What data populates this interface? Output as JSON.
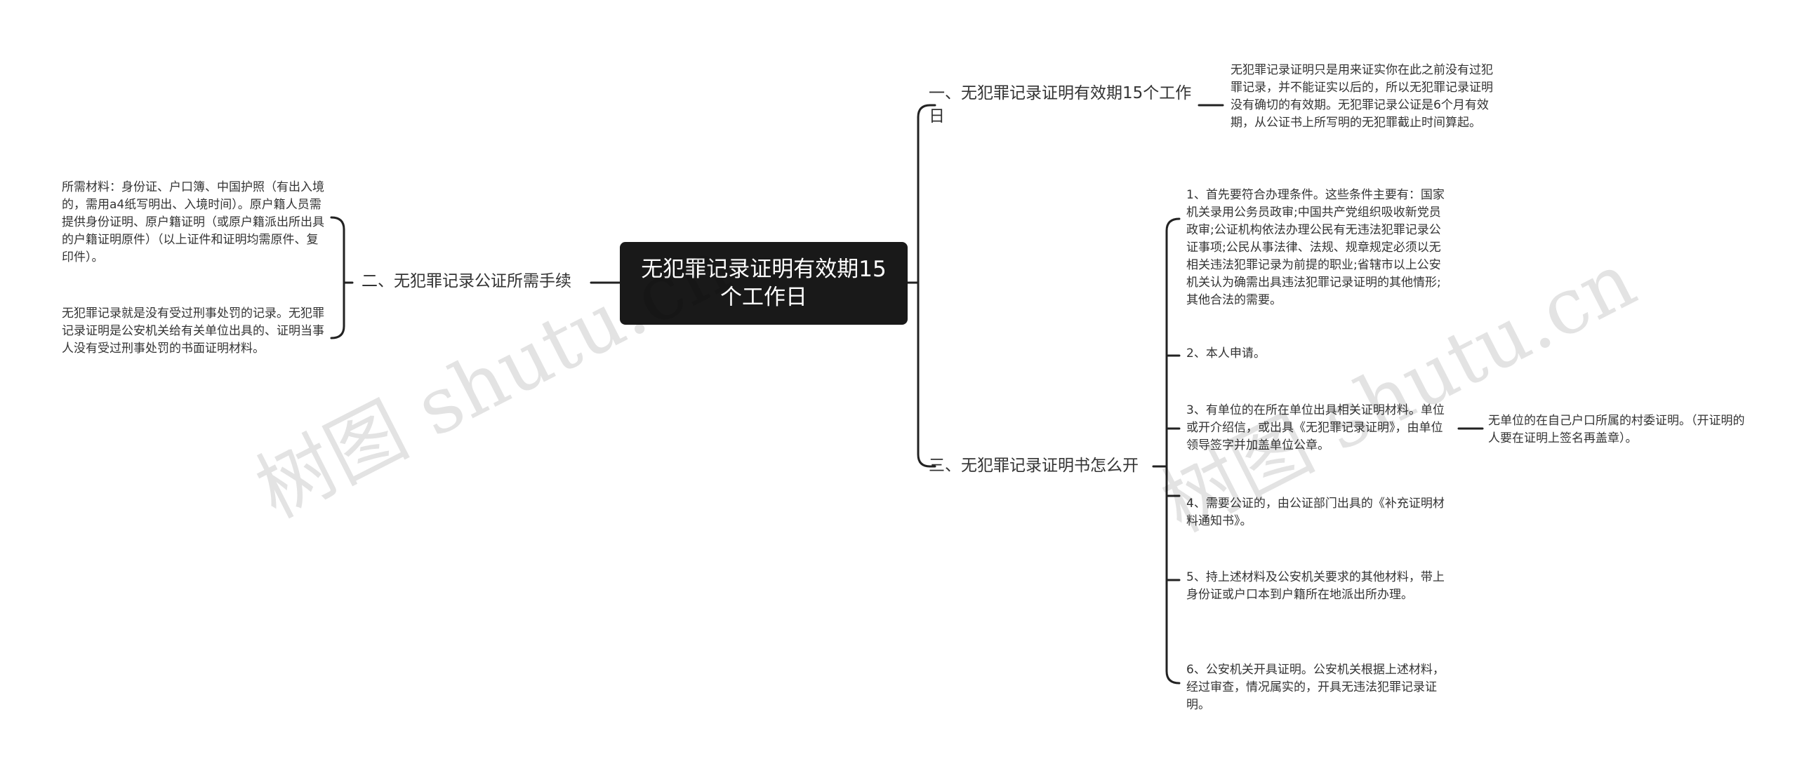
{
  "root": {
    "title": "无犯罪记录证明有效期15个工作日"
  },
  "branches": [
    {
      "label": "一、无犯罪记录证明有效期15个工作日",
      "children": [
        "无犯罪记录证明只是用来证实你在此之前没有过犯罪记录，并不能证实以后的，所以无犯罪记录证明没有确切的有效期。无犯罪记录公证是6个月有效期，从公证书上所写明的无犯罪截止时间算起。"
      ]
    },
    {
      "label": "二、无犯罪记录公证所需手续",
      "children": [
        "所需材料：身份证、户口簿、中国护照（有出入境的，需用a4纸写明出、入境时间）。原户籍人员需提供身份证明、原户籍证明（或原户籍派出所出具的户籍证明原件）（以上证件和证明均需原件、复印件）。",
        "无犯罪记录就是没有受过刑事处罚的记录。无犯罪记录证明是公安机关给有关单位出具的、证明当事人没有受过刑事处罚的书面证明材料。"
      ]
    },
    {
      "label": "三、无犯罪记录证明书怎么开",
      "children": [
        "1、首先要符合办理条件。这些条件主要有：国家机关录用公务员政审;中国共产党组织吸收新党员政审;公证机构依法办理公民有无违法犯罪记录公证事项;公民从事法律、法规、规章规定必须以无相关违法犯罪记录为前提的职业;省辖市以上公安机关认为确需出具违法犯罪记录证明的其他情形;其他合法的需要。",
        "2、本人申请。",
        "3、有单位的在所在单位出具相关证明材料。单位或开介绍信，或出具《无犯罪记录证明》，由单位领导签字并加盖单位公章。",
        "4、需要公证的，由公证部门出具的《补充证明材料通知书》。",
        "5、持上述材料及公安机关要求的其他材料，带上身份证或户口本到户籍所在地派出所办理。",
        "6、公安机关开具证明。公安机关根据上述材料，经过审查，情况属实的，开具无违法犯罪记录证明。"
      ],
      "sub_note": "无单位的在自己户口所属的村委证明。（开证明的人要在证明上签名再盖章）。"
    }
  ],
  "watermark": "树图 shutu.cn",
  "colors": {
    "root_bg": "#191919",
    "root_text": "#ffffff",
    "line": "#222222",
    "text": "#333333"
  }
}
